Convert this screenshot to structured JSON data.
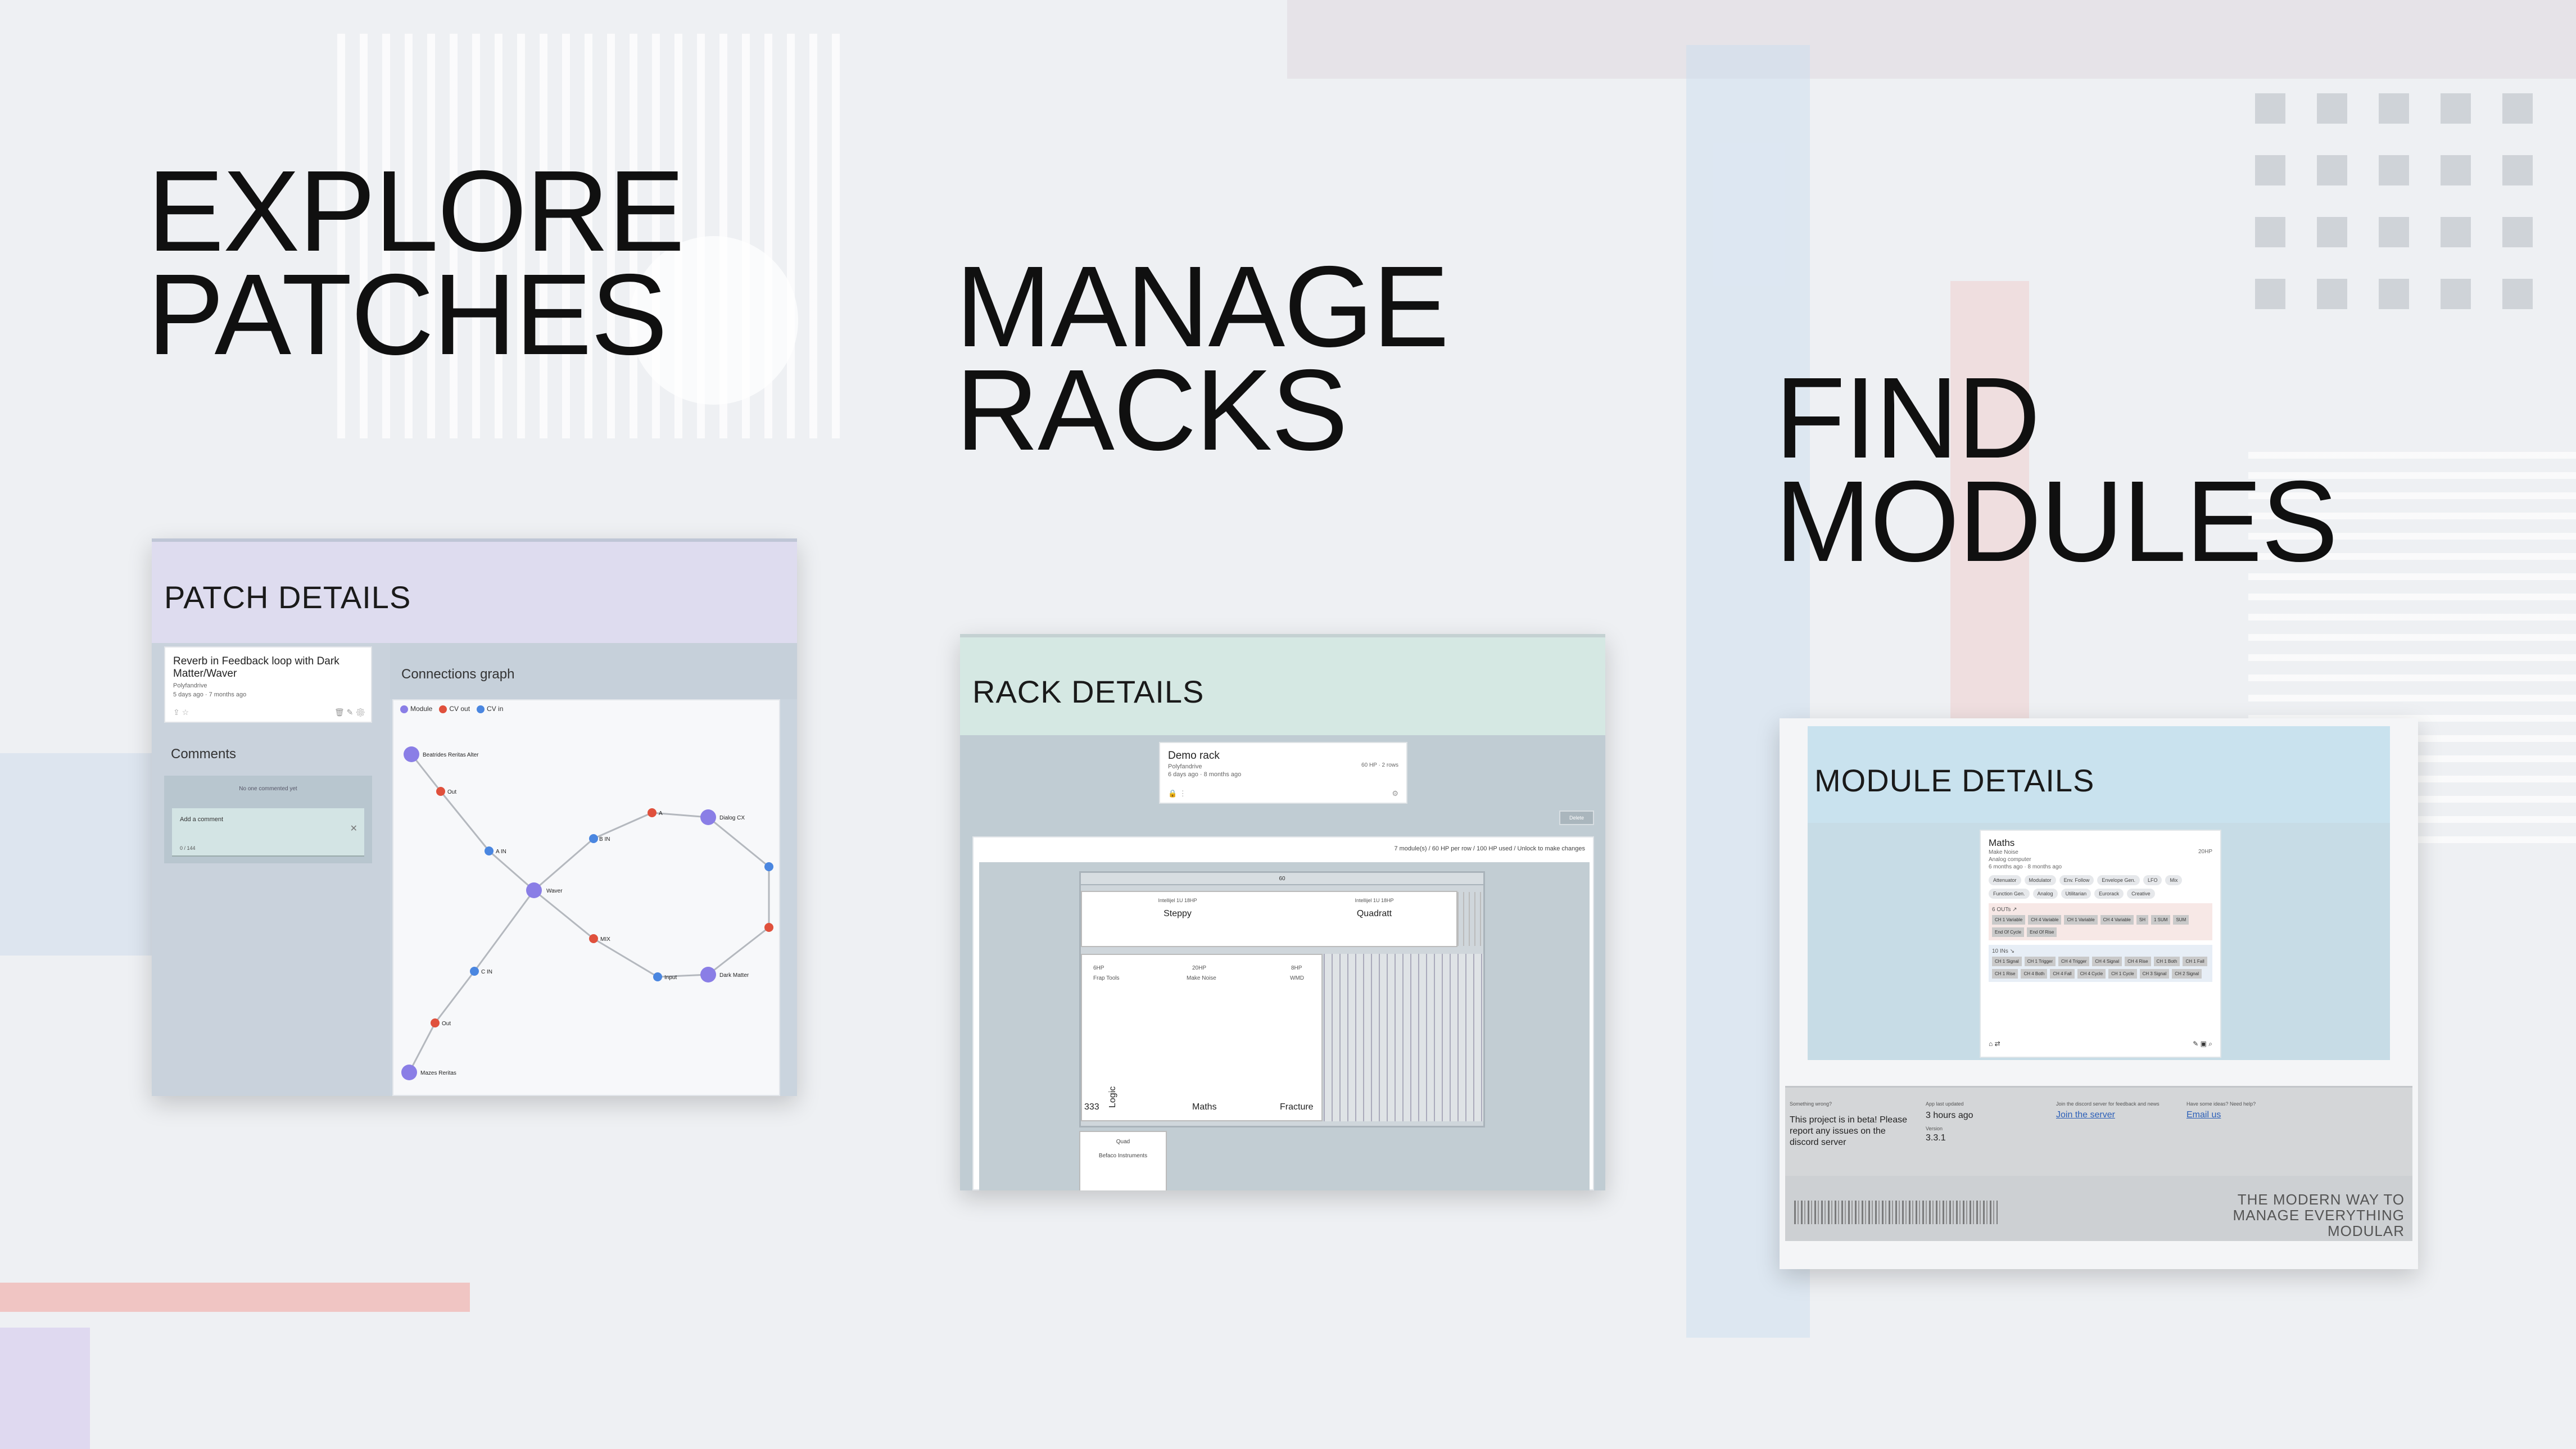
{
  "headlines": {
    "explore": [
      "EXPLORE",
      "PATCHES"
    ],
    "manage": [
      "MANAGE",
      "RACKS"
    ],
    "find": [
      "FIND",
      "MODULES"
    ]
  },
  "patch_card": {
    "title": "PATCH DETAILS",
    "patch_name": "Reverb in Feedback loop with Dark Matter/Waver",
    "author": "Polyfandrive",
    "time": "5 days ago · 7 months ago",
    "comments_label": "Comments",
    "comments_empty": "No one commented yet",
    "comment_placeholder": "Add a comment",
    "comment_count": "0 / 144",
    "graph_label": "Connections graph",
    "legend": [
      "Module",
      "CV out",
      "CV in"
    ],
    "nodes": [
      "Beatrides Reritas Alter",
      "Out",
      "A IN",
      "Waver",
      "B IN",
      "A",
      "Dialog CX",
      "MIX",
      "Input",
      "Dark Matter",
      "C IN",
      "Out",
      "Mazes Reritas"
    ],
    "colors": {
      "module": "#8a7ee6",
      "cv_out": "#e0503c",
      "cv_in": "#4a86e0"
    }
  },
  "rack_card": {
    "title": "RACK DETAILS",
    "rack_name": "Demo rack",
    "author": "Polyfandrive",
    "time": "6 days ago · 8 months ago",
    "rows": "60 HP · 2 rows",
    "button": "Delete",
    "status": "7 module(s) / 60 HP per row / 100 HP used / Unlock to make changes",
    "hp_label": "60",
    "row1": [
      {
        "above": "Intellijel 1U 18HP",
        "name": "Steppy"
      },
      {
        "above": "Intellijel 1U 18HP",
        "name": "Quadratt"
      }
    ],
    "row2": [
      {
        "above": "6HP",
        "name": "Frap Tools"
      },
      {
        "above": "20HP",
        "name": "Make Noise"
      },
      {
        "above": "8HP",
        "name": "WMD"
      }
    ],
    "row2_bottom": [
      "333",
      "Logic",
      "Maths",
      "Fracture"
    ],
    "tile": {
      "a": "Quad",
      "b": "Befaco Instruments"
    }
  },
  "module_card": {
    "title": "MODULE DETAILS",
    "module_name": "Maths",
    "maker": "Make Noise",
    "category": "Analog computer",
    "time": "6 months ago · 8 months ago",
    "hp": "20HP",
    "tags": [
      "Attenuator",
      "Modulator",
      "Env. Follow",
      "Envelope Gen.",
      "LFO",
      "Mix",
      "Function Gen.",
      "Analog",
      "Utilitarian",
      "Eurorack",
      "Creative"
    ],
    "outputs_label": "6 OUTs ↗",
    "outputs": [
      "CH 1 Variable",
      "CH 4 Variable",
      "CH 1 Variable",
      "CH 4 Variable",
      "SH",
      "1 SUM",
      "SUM",
      "End Of Cycle",
      "End Of Rise"
    ],
    "inputs_label": "10 INs ↘",
    "inputs": [
      "CH 1 Signal",
      "CH 1 Trigger",
      "CH 4 Trigger",
      "CH 4 Signal",
      "CH 4 Rise",
      "CH 1 Both",
      "CH 1 Fall",
      "CH 1 Rise",
      "CH 4 Both",
      "CH 4 Fall",
      "CH 4 Cycle",
      "CH 1 Cycle",
      "CH 3 Signal",
      "CH 2 Signal"
    ],
    "footer": {
      "c1_small": "Something wrong?",
      "c1_text": "This project is in beta! Please report any issues on the discord server",
      "c2_small": "App last updated",
      "c2_text": "3 hours ago",
      "c2b_small": "Version",
      "c2b_text": "3.3.1",
      "c3_small": "Join the discord server for feedback and news",
      "c3_link": "Join the server",
      "c4_small": "Have some ideas? Need help?",
      "c4_link": "Email us",
      "tagline": "THE MODERN WAY TO MANAGE EVERYTHING MODULAR"
    }
  }
}
